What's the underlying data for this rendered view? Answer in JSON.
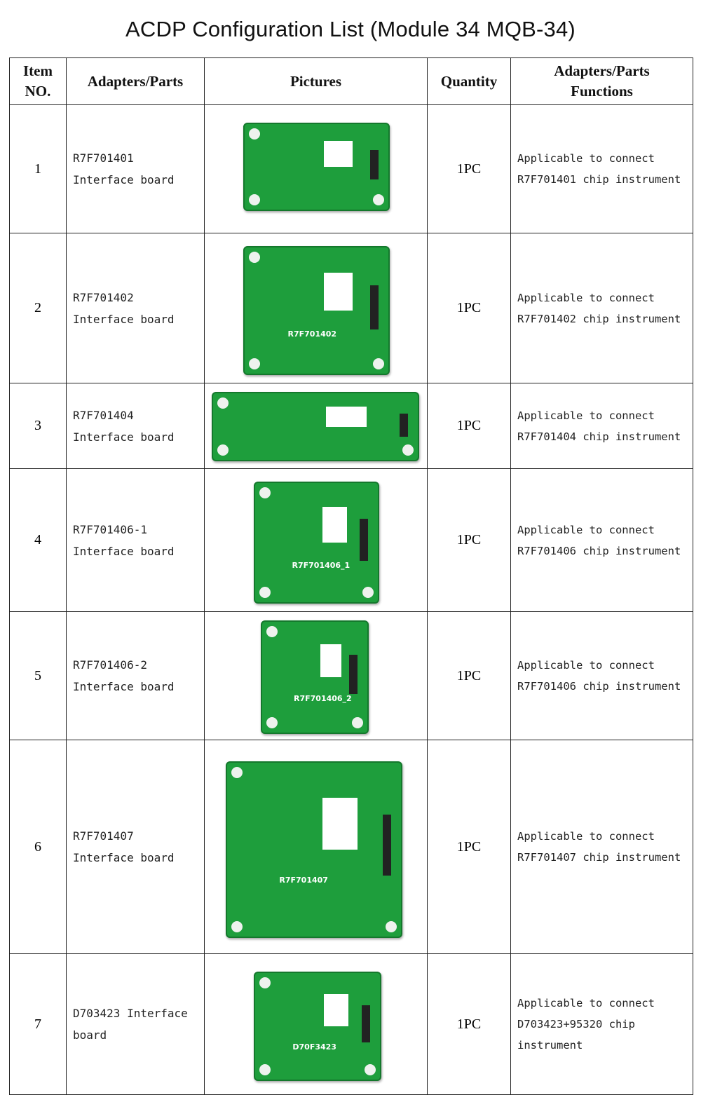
{
  "title": "ACDP Configuration List (Module 34 MQB-34)",
  "headers": {
    "item": "Item NO.",
    "adapters": "Adapters/Parts",
    "pictures": "Pictures",
    "quantity": "Quantity",
    "functions": "Adapters/Parts Functions"
  },
  "rows": [
    {
      "no": "1",
      "name1": "R7F701401",
      "name2": "Interface board",
      "qty": "1PC",
      "f1": "Applicable to connect",
      "f2": "R7F701401 chip instrument",
      "f3": "",
      "board_label": ""
    },
    {
      "no": "2",
      "name1": "R7F701402",
      "name2": "Interface board",
      "qty": "1PC",
      "f1": "Applicable to connect",
      "f2": "R7F701402 chip instrument",
      "f3": "",
      "board_label": "R7F701402"
    },
    {
      "no": "3",
      "name1": "R7F701404",
      "name2": "Interface board",
      "qty": "1PC",
      "f1": "Applicable to connect",
      "f2": "R7F701404 chip instrument",
      "f3": "",
      "board_label": ""
    },
    {
      "no": "4",
      "name1": "R7F701406-1",
      "name2": "Interface board",
      "qty": "1PC",
      "f1": "Applicable to connect",
      "f2": "R7F701406 chip instrument",
      "f3": "",
      "board_label": "R7F701406_1"
    },
    {
      "no": "5",
      "name1": "R7F701406-2",
      "name2": "Interface board",
      "qty": "1PC",
      "f1": "Applicable to connect",
      "f2": "R7F701406 chip instrument",
      "f3": "",
      "board_label": "R7F701406_2"
    },
    {
      "no": "6",
      "name1": "R7F701407",
      "name2": "Interface board",
      "qty": "1PC",
      "f1": "Applicable to connect",
      "f2": "R7F701407 chip instrument",
      "f3": "",
      "board_label": "R7F701407"
    },
    {
      "no": "7",
      "name1": "D703423 Interface",
      "name2": "board",
      "qty": "1PC",
      "f1": "Applicable to connect",
      "f2": "D703423+95320 chip",
      "f3": "instrument",
      "board_label": "D70F3423"
    }
  ],
  "colors": {
    "pcb": "#1e9e3c",
    "border": "#222222"
  }
}
